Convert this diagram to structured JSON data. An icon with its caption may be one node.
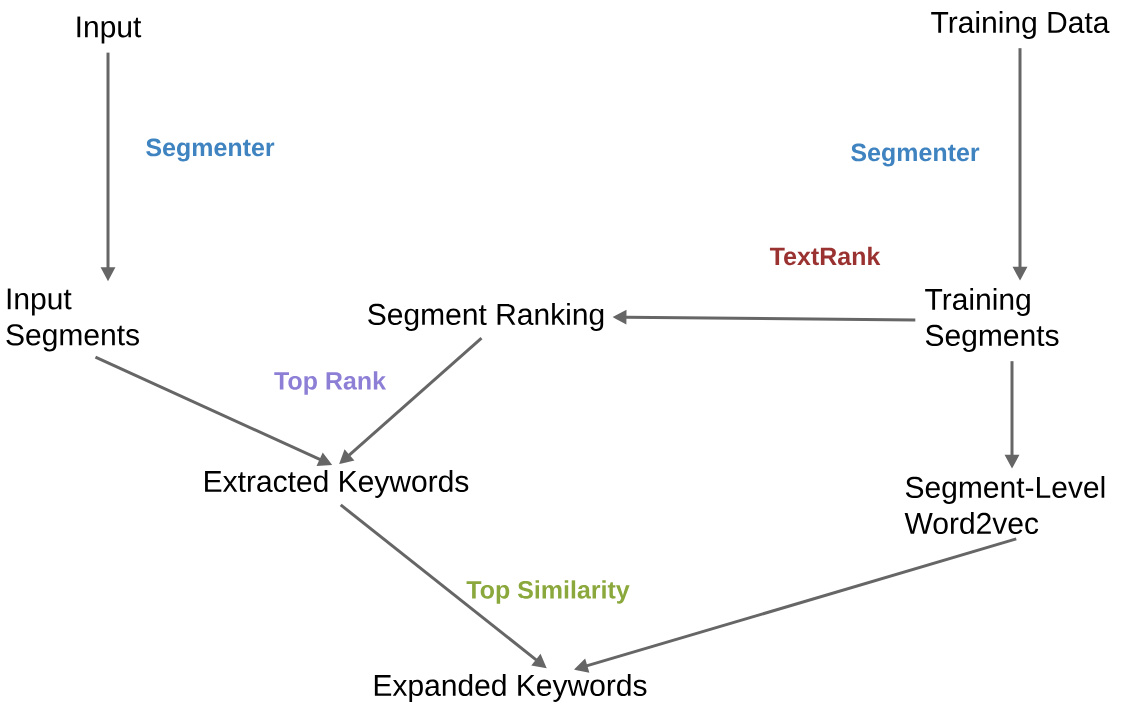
{
  "diagram": {
    "nodes": [
      {
        "text": [
          "Input"
        ]
      },
      {
        "text": [
          "Training Data"
        ]
      },
      {
        "text": [
          "Input Segments"
        ]
      },
      {
        "text": [
          "Segment Ranking"
        ]
      },
      {
        "text": [
          "Training Segments"
        ]
      },
      {
        "text": [
          "Extracted Keywords"
        ]
      },
      {
        "text": [
          "Segment-Level Word2vec"
        ]
      },
      {
        "text": [
          "Expanded Keywords"
        ]
      }
    ],
    "edges": [
      {
        "from": 0,
        "to": 2,
        "arrow": "to",
        "label": "Segmenter"
      },
      {
        "from": 1,
        "to": 4,
        "arrow": "to",
        "label": "Segmenter"
      },
      {
        "from": 4,
        "to": 3,
        "arrow": "to",
        "label": "TextRank"
      },
      {
        "from": 2,
        "to": 5,
        "arrow": "to",
        "label": "Top Rank"
      },
      {
        "from": 3,
        "to": 5,
        "arrow": "to"
      },
      {
        "from": 4,
        "to": 6,
        "arrow": "to"
      },
      {
        "from": 5,
        "to": 7,
        "arrow": "to",
        "label": "Top Similarity"
      },
      {
        "from": 6,
        "to": 7,
        "arrow": "to"
      }
    ]
  }
}
